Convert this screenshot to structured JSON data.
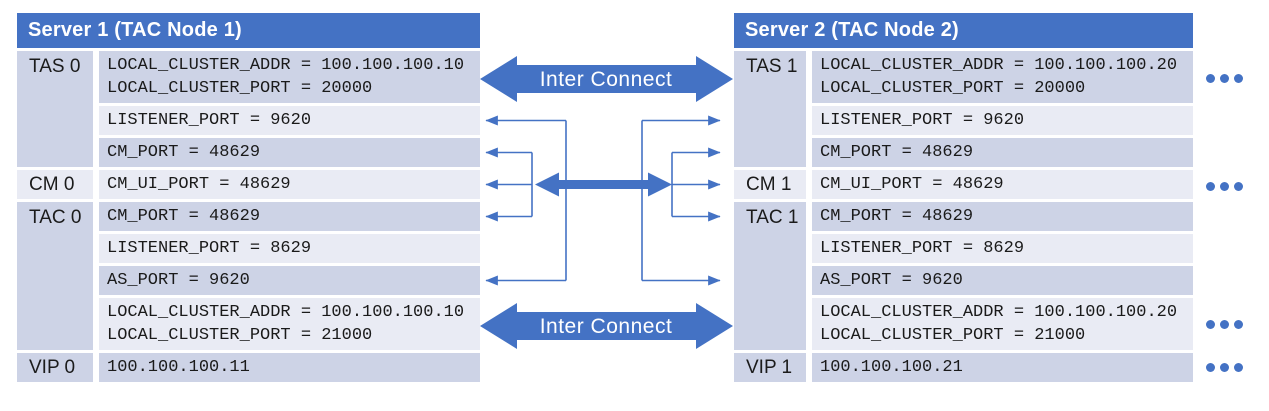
{
  "servers": [
    {
      "title": "Server 1 (TAC Node 1)",
      "groups": [
        {
          "label": "TAS 0",
          "rows": [
            [
              "LOCAL_CLUSTER_ADDR = 100.100.100.10",
              "LOCAL_CLUSTER_PORT = 20000"
            ],
            [
              "LISTENER_PORT = 9620"
            ],
            [
              "CM_PORT = 48629"
            ]
          ]
        },
        {
          "label": "CM 0",
          "rows": [
            [
              "CM_UI_PORT = 48629"
            ]
          ]
        },
        {
          "label": "TAC 0",
          "rows": [
            [
              "CM_PORT = 48629"
            ],
            [
              "LISTENER_PORT = 8629"
            ],
            [
              "AS_PORT = 9620"
            ],
            [
              "LOCAL_CLUSTER_ADDR = 100.100.100.10",
              "LOCAL_CLUSTER_PORT = 21000"
            ]
          ]
        },
        {
          "label": "VIP 0",
          "rows": [
            [
              "100.100.100.11"
            ]
          ]
        }
      ]
    },
    {
      "title": "Server 2 (TAC Node 2)",
      "groups": [
        {
          "label": "TAS 1",
          "rows": [
            [
              "LOCAL_CLUSTER_ADDR = 100.100.100.20",
              "LOCAL_CLUSTER_PORT = 20000"
            ],
            [
              "LISTENER_PORT = 9620"
            ],
            [
              "CM_PORT = 48629"
            ]
          ]
        },
        {
          "label": "CM 1",
          "rows": [
            [
              "CM_UI_PORT = 48629"
            ]
          ]
        },
        {
          "label": "TAC 1",
          "rows": [
            [
              "CM_PORT = 48629"
            ],
            [
              "LISTENER_PORT = 8629"
            ],
            [
              "AS_PORT = 9620"
            ],
            [
              "LOCAL_CLUSTER_ADDR = 100.100.100.20",
              "LOCAL_CLUSTER_PORT = 21000"
            ]
          ]
        },
        {
          "label": "VIP 1",
          "rows": [
            [
              "100.100.100.21"
            ]
          ]
        }
      ]
    }
  ],
  "interconnect": {
    "top_label": "Inter Connect",
    "bottom_label": "Inter Connect"
  },
  "icons": {
    "more_dots": "•••"
  },
  "colors": {
    "accent_blue": "#4472C4",
    "row_dark": "#CDD3E6",
    "row_light": "#E9EBF4",
    "header_text": "#FFFFFF"
  }
}
